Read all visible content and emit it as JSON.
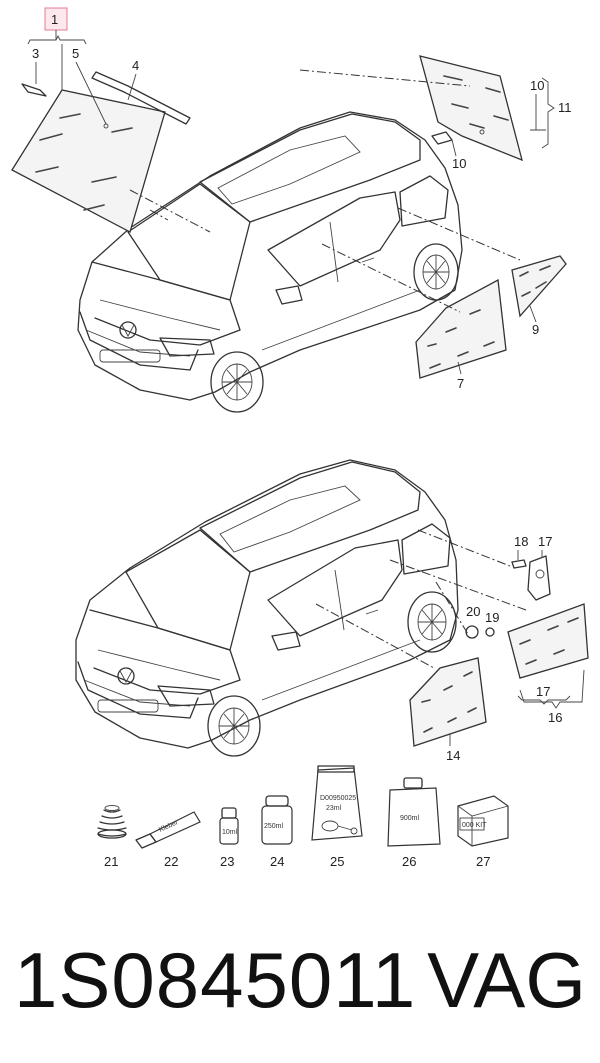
{
  "diagram": {
    "callouts": {
      "c1": "1",
      "c3": "3",
      "c5": "5",
      "c4": "4",
      "c10a": "10",
      "c11": "11",
      "c10b": "10",
      "c9": "9",
      "c7": "7",
      "c18": "18",
      "c17a": "17",
      "c20": "20",
      "c19": "19",
      "c17b": "17",
      "c16": "16",
      "c14": "14",
      "c21": "21",
      "c22": "22",
      "c23": "23",
      "c24": "24",
      "c25": "25",
      "c26": "26",
      "c27": "27"
    },
    "package_labels": {
      "tube": "Kleber",
      "bottle_small": "10ml",
      "can": "250ml",
      "bag_line1": "D00950025",
      "bag_line2": "23ml",
      "jug": "900ml",
      "box": "000 KIT"
    }
  },
  "footer": {
    "part_number": "1S0845011",
    "brand": "VAG"
  }
}
